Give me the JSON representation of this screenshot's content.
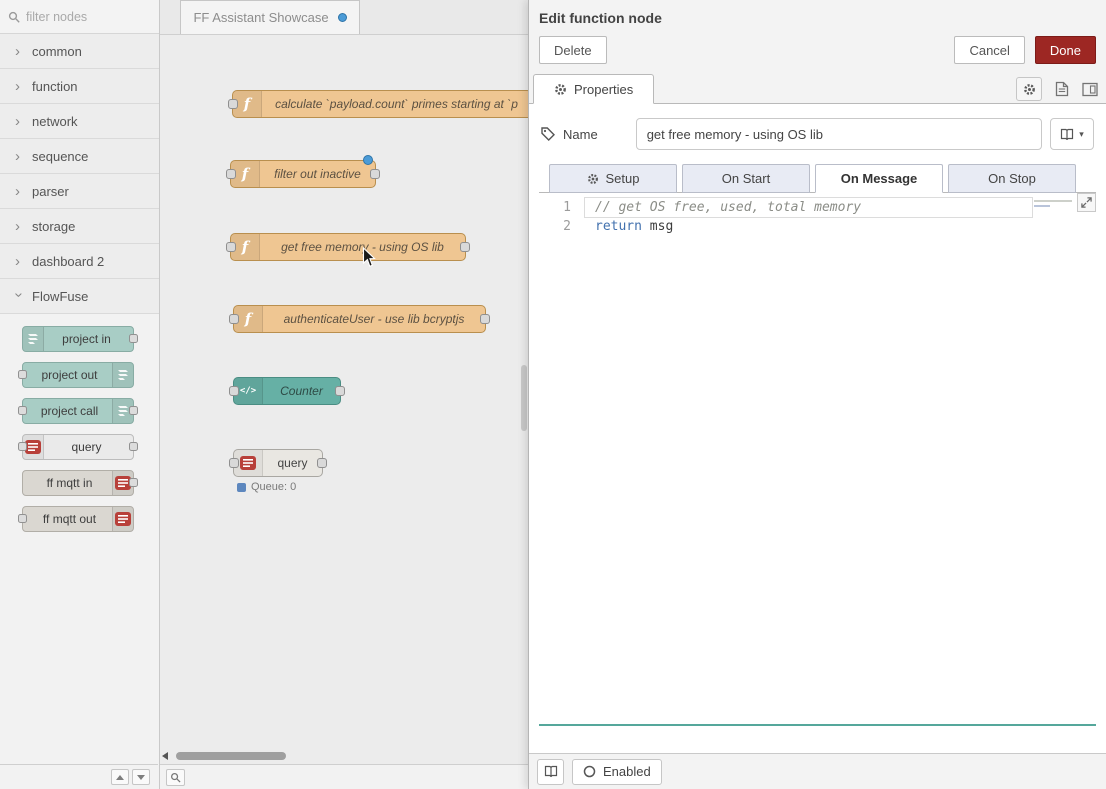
{
  "palette": {
    "search": {
      "placeholder": "filter nodes"
    },
    "categories": [
      {
        "label": "common"
      },
      {
        "label": "function"
      },
      {
        "label": "network"
      },
      {
        "label": "sequence"
      },
      {
        "label": "parser"
      },
      {
        "label": "storage"
      },
      {
        "label": "dashboard 2"
      },
      {
        "label": "FlowFuse"
      }
    ],
    "flowfuse_nodes": [
      {
        "label": "project in"
      },
      {
        "label": "project out"
      },
      {
        "label": "project call"
      },
      {
        "label": "query"
      },
      {
        "label": "ff mqtt in"
      },
      {
        "label": "ff mqtt out"
      }
    ]
  },
  "workspace": {
    "tab": {
      "label": "FF Assistant Showcase",
      "modified": true
    },
    "nodes": [
      {
        "label": "calculate `payload.count` primes starting at `p",
        "type": "function"
      },
      {
        "label": "filter out inactive",
        "type": "function",
        "modified": true
      },
      {
        "label": "get free memory - using OS lib",
        "type": "function"
      },
      {
        "label": "authenticateUser - use lib bcryptjs",
        "type": "function"
      },
      {
        "label": "Counter",
        "type": "template",
        "icon_text": "</>"
      },
      {
        "label": "query",
        "type": "query",
        "status": "Queue: 0"
      }
    ]
  },
  "dialog": {
    "title": "Edit function node",
    "delete_label": "Delete",
    "cancel_label": "Cancel",
    "done_label": "Done",
    "properties_tab": "Properties",
    "name": {
      "label": "Name",
      "value": "get free memory - using OS lib"
    },
    "editor_tabs": [
      {
        "label": "Setup"
      },
      {
        "label": "On Start"
      },
      {
        "label": "On Message",
        "active": true
      },
      {
        "label": "On Stop"
      }
    ],
    "code": {
      "line_numbers": [
        "1",
        "2"
      ],
      "line1_comment": "// get OS free, used, total memory",
      "line2_keyword": "return",
      "line2_rest": " msg"
    },
    "footer": {
      "enabled_label": "Enabled"
    }
  },
  "colors": {
    "done_button": "#9d2723",
    "function_node": "#efc692",
    "template_node": "#66b0a5",
    "flowfuse_teal_node": "#a8cdc5",
    "flowfuse_red_icon": "#b8403a",
    "modified_dot": "#4b9bd7",
    "status_dot": "#5d87be"
  }
}
